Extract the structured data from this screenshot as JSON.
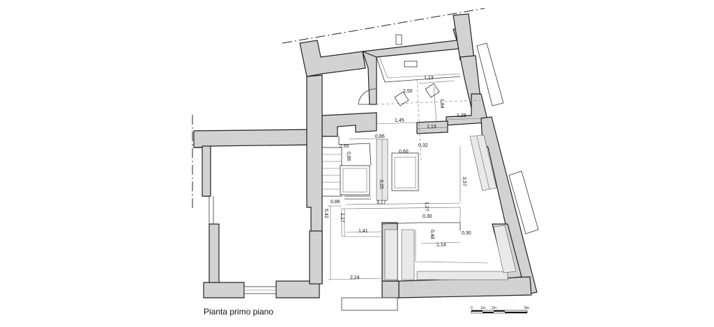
{
  "title": "Pianta primo piano",
  "dimensions": {
    "d_113_top": "1,13",
    "d_250": "2,50",
    "d_184": "1,84",
    "d_128": "1,28",
    "d_145": "1,45",
    "d_113_mid": "1,13",
    "d_086_top": "0,86",
    "d_265": "2,65",
    "d_086_v": "0,86",
    "d_060": "0,60",
    "d_032": "0,32",
    "d_325": "3,25",
    "d_357": "3,57",
    "d_086_left": "0,86",
    "d_317": "3,17",
    "d_127": "1,27",
    "d_542": "5,42",
    "d_117": "1,17",
    "d_030_a": "0,30",
    "d_141": "1,41",
    "d_048": "0,48",
    "d_030_b": "0,30",
    "d_114": "1,14",
    "d_224": "2,24"
  },
  "scale": {
    "labels": [
      "0",
      "1m",
      "2m",
      "5m"
    ]
  }
}
